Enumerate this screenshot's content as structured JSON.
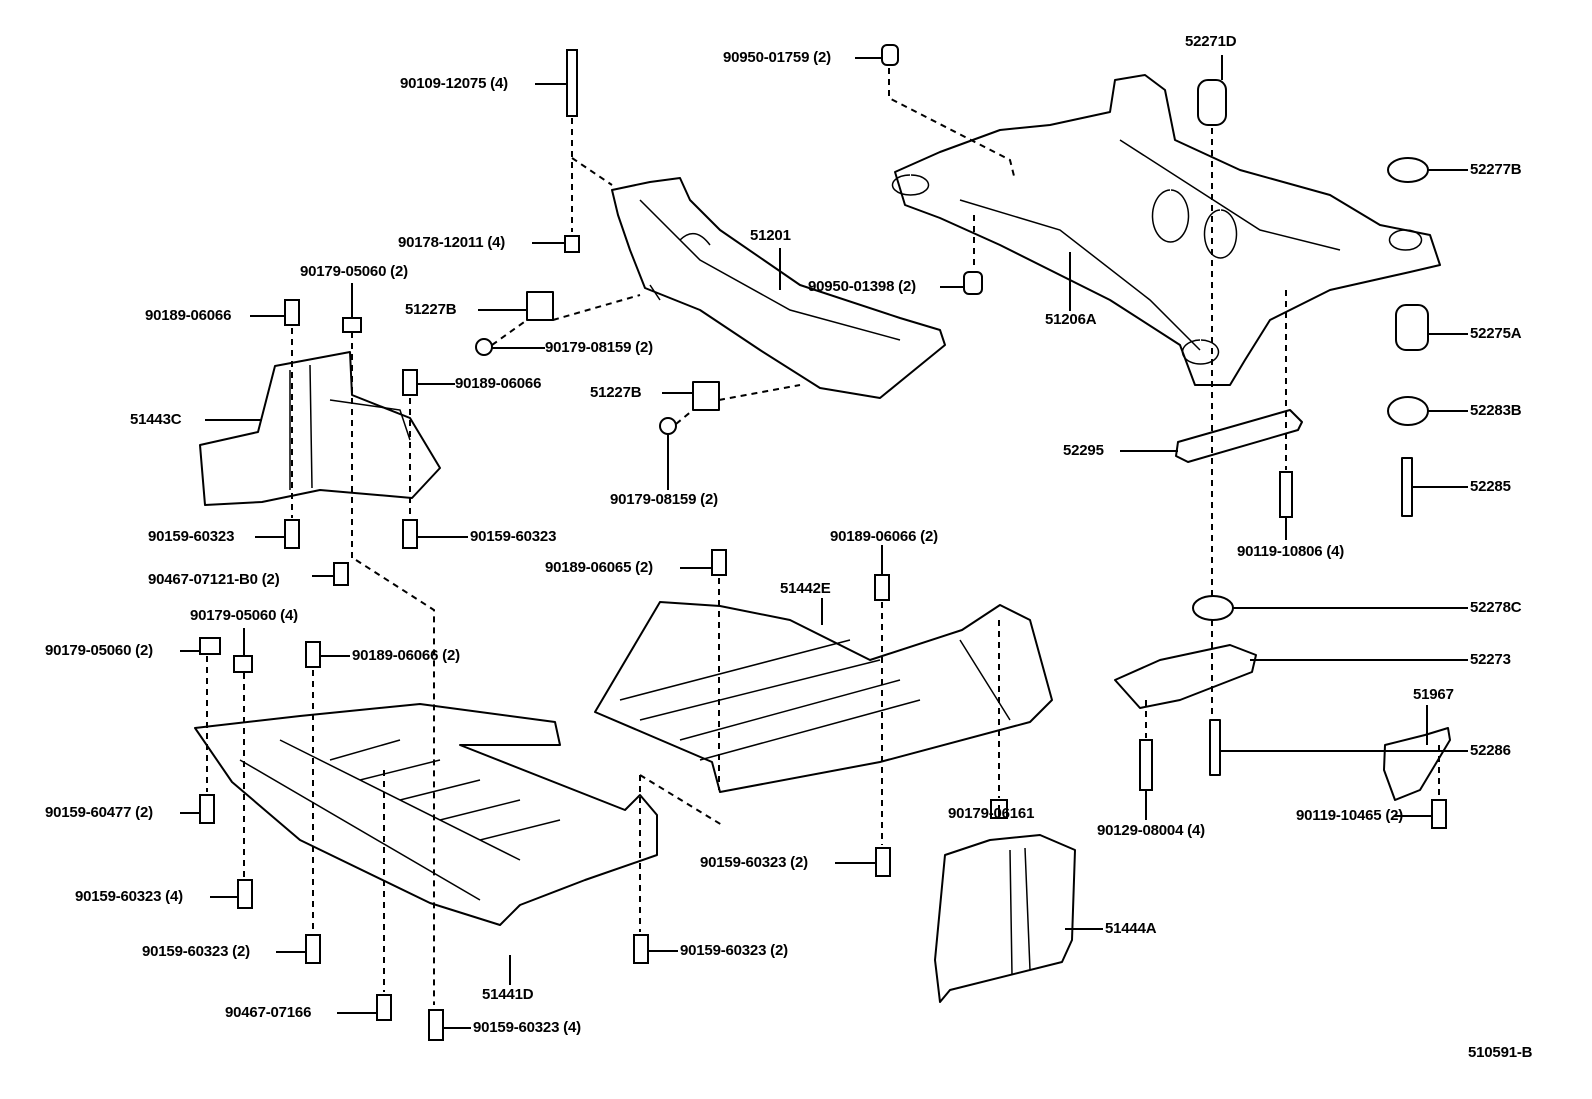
{
  "diagram_id": "510591-B",
  "labels": [
    "90109-12075 (4)",
    "90950-01759 (2)",
    "52271D",
    "52277B",
    "90178-12011 (4)",
    "51201",
    "90179-05060 (2)",
    "90189-06066",
    "51227B",
    "90950-01398 (2)",
    "51206A",
    "52275A",
    "90179-08159 (2)",
    "90189-06066",
    "51227B",
    "51443C",
    "52283B",
    "52295",
    "52285",
    "90179-08159 (2)",
    "90159-60323",
    "90159-60323",
    "90189-06066 (2)",
    "90119-10806 (4)",
    "90189-06065 (2)",
    "90467-07121-B0 (2)",
    "51442E",
    "52278C",
    "90179-05060 (4)",
    "90179-05060 (2)",
    "90189-06066 (2)",
    "52273",
    "51967",
    "52286",
    "90159-60477 (2)",
    "90179-06161",
    "90129-08004 (4)",
    "90119-10465 (2)",
    "90159-60323 (2)",
    "90159-60323 (4)",
    "51444A",
    "90159-60323 (2)",
    "90159-60323 (2)",
    "51441D",
    "90467-07166",
    "90159-60323 (4)",
    "510591-B"
  ]
}
